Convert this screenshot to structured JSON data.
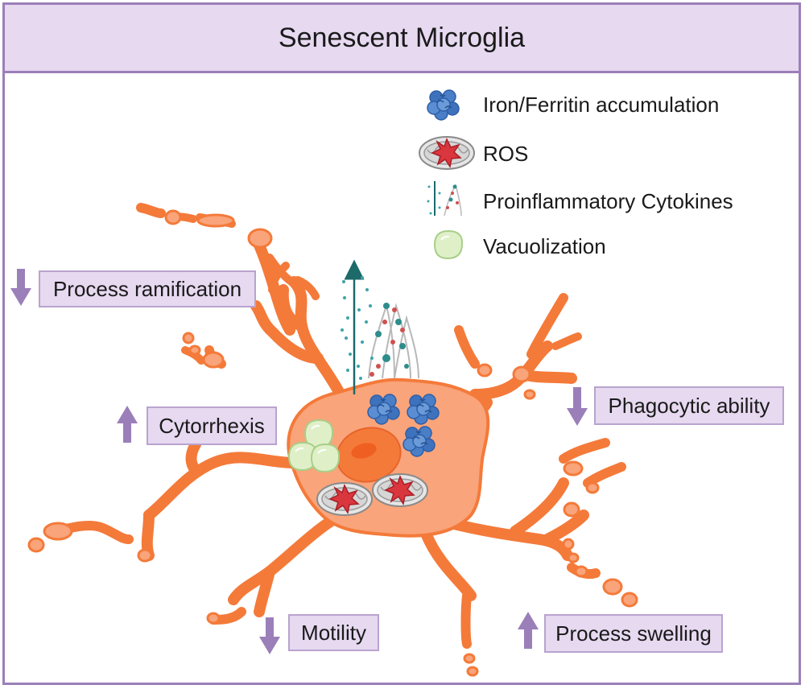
{
  "title": "Senescent Microglia",
  "legend": [
    {
      "label": "Iron/Ferritin accumulation",
      "icon": "ferritin-icon"
    },
    {
      "label": "ROS",
      "icon": "mitochondria-ros-icon"
    },
    {
      "label": "Proinflammatory Cytokines",
      "icon": "cytokines-icon"
    },
    {
      "label": "Vacuolization",
      "icon": "vacuole-icon"
    }
  ],
  "labels": {
    "process_ramification": {
      "text": "Process ramification",
      "direction": "down"
    },
    "cytorrhexis": {
      "text": "Cytorrhexis",
      "direction": "up"
    },
    "phagocytic_ability": {
      "text": "Phagocytic ability",
      "direction": "down"
    },
    "motility": {
      "text": "Motility",
      "direction": "down"
    },
    "process_swelling": {
      "text": "Process swelling",
      "direction": "up"
    }
  },
  "colors": {
    "frame": "#9b7fb9",
    "label_bg": "#e6d9f0",
    "arrow": "#9b7fb9",
    "cell_fill": "#f9a47a",
    "cell_stroke": "#f47a3a",
    "nucleus": "#f47a3a",
    "ferritin": "#4a7fc8",
    "ros": "#d9363e",
    "vacuole": "#dff0c8",
    "cytokine_arrow": "#1d6a6a"
  }
}
